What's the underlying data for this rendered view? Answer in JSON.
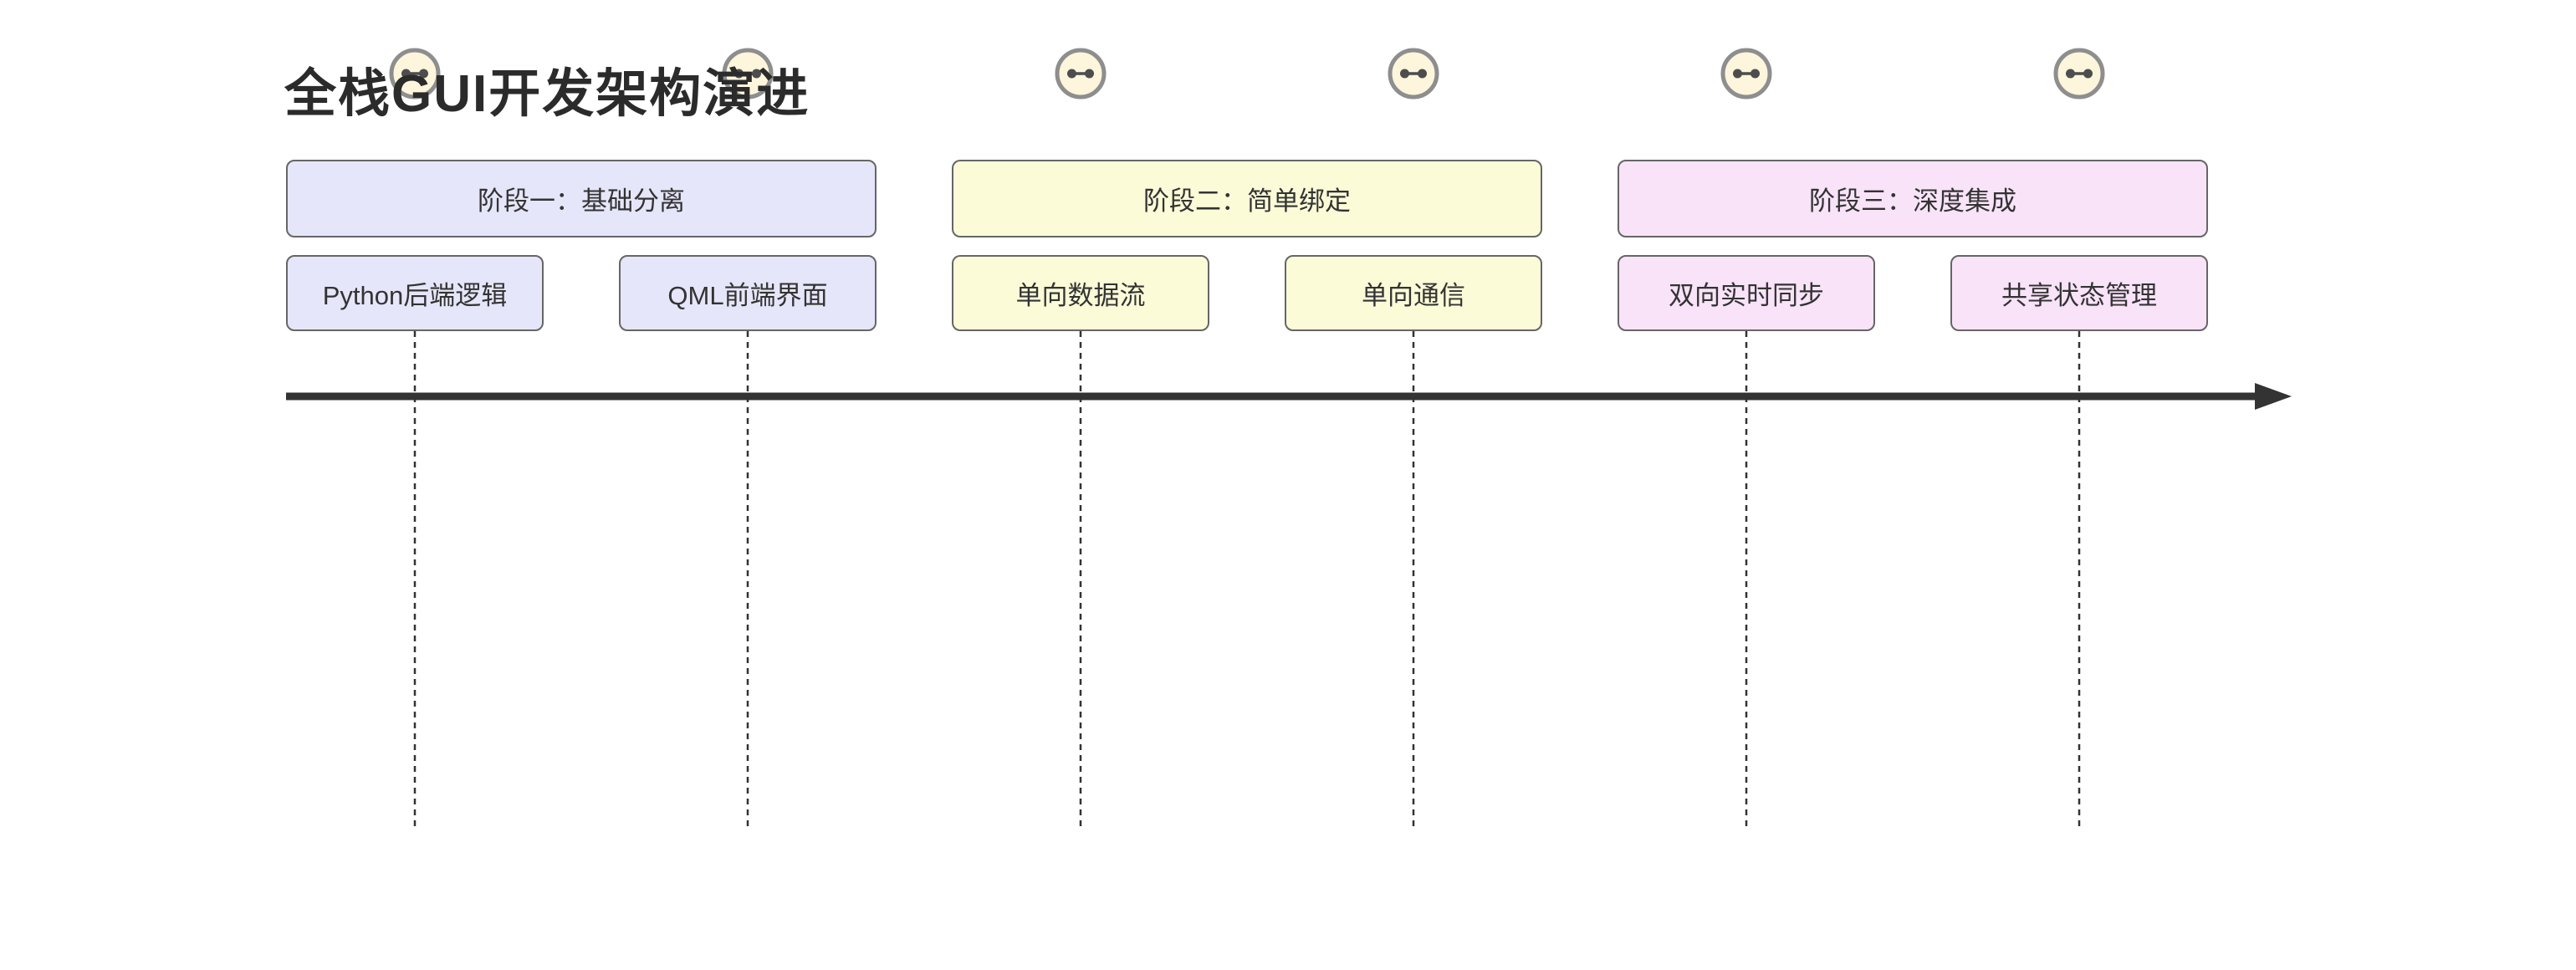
{
  "title": "全栈GUI开发架构演进",
  "stages": [
    {
      "label": "阶段一：基础分离",
      "fill": "#E6E6FA",
      "items": [
        {
          "label": "Python后端逻辑"
        },
        {
          "label": "QML前端界面"
        }
      ]
    },
    {
      "label": "阶段二：简单绑定",
      "fill": "#FBFBD8",
      "items": [
        {
          "label": "单向数据流"
        },
        {
          "label": "单向通信"
        }
      ]
    },
    {
      "label": "阶段三：深度集成",
      "fill": "#F8E3F8",
      "items": [
        {
          "label": "双向实时同步"
        },
        {
          "label": "共享状态管理"
        }
      ]
    }
  ],
  "icons": {
    "timeline_node": "linked-dots-icon"
  },
  "colors": {
    "background": "#FFFFFF",
    "title_color": "#2B2B2B",
    "text_color": "#333333",
    "box_border": "#666666",
    "axis_color": "#333333",
    "circle_fill": "#FDF5DC",
    "circle_border": "#8E8E8E",
    "circle_glyph": "#4D4D4D"
  }
}
